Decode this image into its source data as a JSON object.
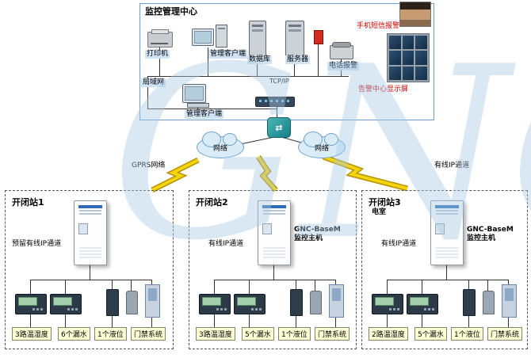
{
  "watermark": "GNC",
  "colors": {
    "alarm_red": "#cc0000",
    "bolt_yellow": "#f2d410",
    "watermark_blue": "#a9c9e6"
  },
  "center": {
    "title": "监控管理中心",
    "labels": {
      "printer": "打印机",
      "client1": "管理客户端",
      "database": "数据库",
      "server": "服务器",
      "phone_alarm": "电话报警",
      "sms_alarm": "手机短信报警",
      "display_wall": "告警中心显示屏",
      "tcpip": "TCP/IP",
      "lan": "局域网",
      "client2": "管理客户端"
    }
  },
  "network": {
    "cloud_left": "网络",
    "cloud_right": "网络",
    "gprs": "GPRS网络",
    "wired": "有线IP通道"
  },
  "stations": [
    {
      "title": "开闭站1",
      "subtitle": "",
      "channel": "预留有线IP通道",
      "host_line1": "",
      "host_line2": "",
      "devices": [
        "3路温湿度",
        "6个漏水",
        "1个液位",
        "门禁系统"
      ]
    },
    {
      "title": "开闭站2",
      "subtitle": "",
      "channel": "有线IP通道",
      "host_line1": "GNC-BaseM",
      "host_line2": "监控主机",
      "devices": [
        "3路温湿度",
        "5个漏水",
        "1个液位",
        "门禁系统"
      ]
    },
    {
      "title": "开闭站3",
      "subtitle": "电室",
      "channel": "有线IP通道",
      "host_line1": "GNC-BaseM",
      "host_line2": "监控主机",
      "devices": [
        "2路温湿度",
        "5个漏水",
        "1个液位",
        "门禁系统"
      ]
    }
  ]
}
